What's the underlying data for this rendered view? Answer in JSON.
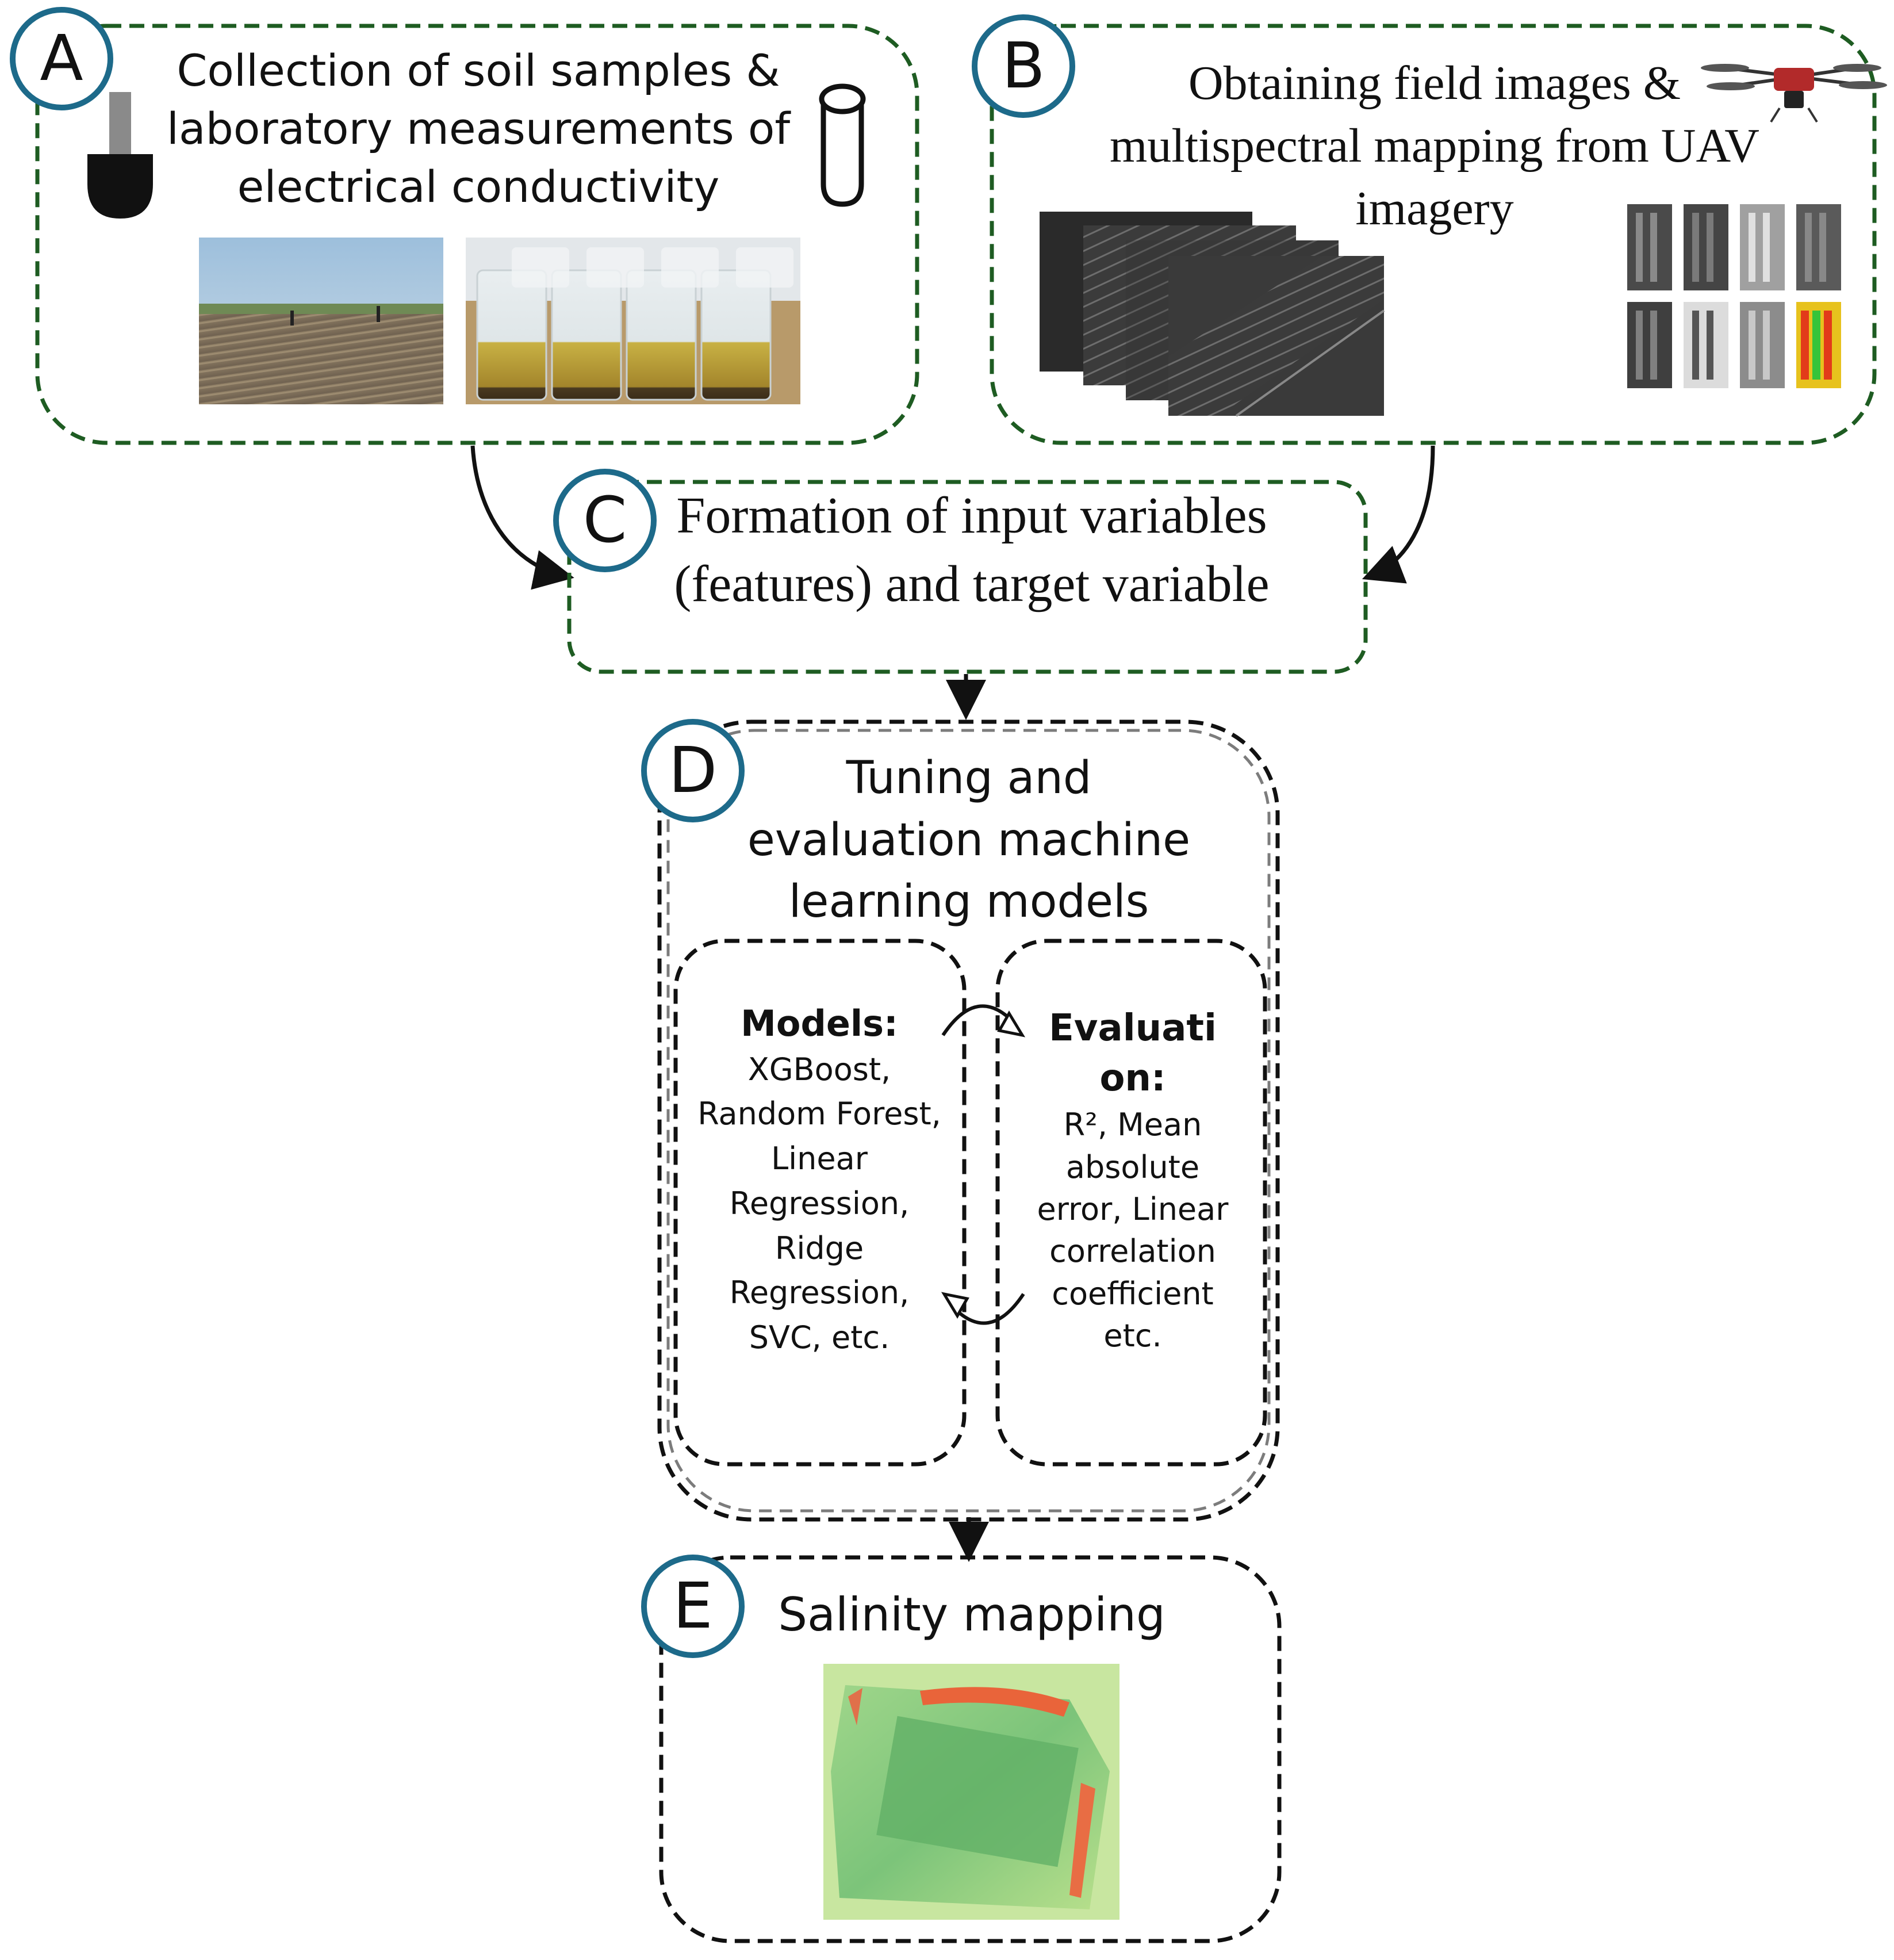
{
  "colors": {
    "green_dash": "#1e5c22",
    "black_dash": "#111111",
    "badge_ring": "#1d6a8a"
  },
  "boxes": {
    "a": {
      "badge": "A",
      "title": "Collection of soil samples & laboratory measurements of electrical conductivity",
      "icons": [
        "soil-auger-icon",
        "sample-tube-icon"
      ]
    },
    "b": {
      "badge": "B",
      "title": "Obtaining field images & multispectral mapping from UAV imagery",
      "icons": [
        "drone-icon"
      ]
    },
    "c": {
      "badge": "C",
      "title": "Formation of input variables (features) and target variable"
    },
    "d": {
      "badge": "D",
      "title": "Tuning and evaluation machine learning models",
      "models_heading": "Models:",
      "models_body": "XGBoost, Random Forest, Linear Regression, Ridge Regression, SVC, etc.",
      "evaluation_heading": "Evaluati on:",
      "evaluation_body": "R², Mean absolute error, Linear correlation coefficient etc.",
      "icons": [
        "cycle-arrow-top-icon",
        "cycle-arrow-bottom-icon"
      ]
    },
    "e": {
      "badge": "E",
      "title": "Salinity mapping"
    }
  }
}
